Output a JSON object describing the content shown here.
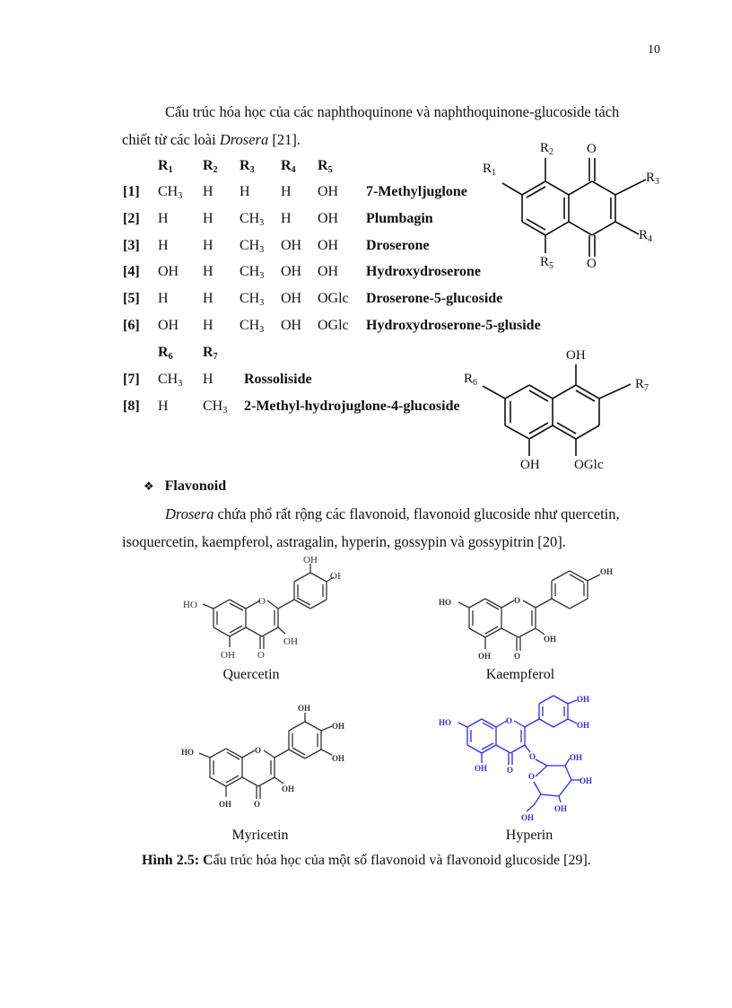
{
  "page": {
    "number": "10"
  },
  "intro": {
    "line1": "Cấu trúc hóa học của các naphthoquinone và naphthoquinone-glucoside tách",
    "line2_prefix": "chiết từ các loài ",
    "line2_italic": "Drosera",
    "line2_suffix": " [21]."
  },
  "naphthoquinone_table": {
    "headers": [
      "R1",
      "R2",
      "R3",
      "R4",
      "R5"
    ],
    "rows": [
      {
        "id": "[1]",
        "r1": "CH3",
        "r2": "H",
        "r3": "H",
        "r4": "H",
        "r5": "OH",
        "name": "7-Methyljuglone"
      },
      {
        "id": "[2]",
        "r1": "H",
        "r2": "H",
        "r3": "CH3",
        "r4": "H",
        "r5": "OH",
        "name": "Plumbagin"
      },
      {
        "id": "[3]",
        "r1": "H",
        "r2": "H",
        "r3": "CH3",
        "r4": "OH",
        "r5": "OH",
        "name": "Droserone"
      },
      {
        "id": "[4]",
        "r1": "OH",
        "r2": "H",
        "r3": "CH3",
        "r4": "OH",
        "r5": "OH",
        "name": "Hydroxydroserone"
      },
      {
        "id": "[5]",
        "r1": "H",
        "r2": "H",
        "r3": "CH3",
        "r4": "OH",
        "r5": "OGlc",
        "name": "Droserone-5-glucoside"
      },
      {
        "id": "[6]",
        "r1": "OH",
        "r2": "H",
        "r3": "CH3",
        "r4": "OH",
        "r5": "OGlc",
        "name": "Hydroxydroserone-5-gluside"
      }
    ]
  },
  "glucoside_table": {
    "headers": [
      "R6",
      "R7"
    ],
    "rows": [
      {
        "id": "[7]",
        "r6": "CH3",
        "r7": "H",
        "name": "Rossoliside"
      },
      {
        "id": "[8]",
        "r6": "H",
        "r7": "CH3",
        "name": "2-Methyl-hydrojuglone-4-glucoside"
      }
    ]
  },
  "structure1_labels": {
    "r1": "R1",
    "r2": "R2",
    "r3": "R3",
    "r4": "R4",
    "r5": "R5",
    "o_top": "O",
    "o_bottom": "O"
  },
  "structure2_labels": {
    "r6": "R6",
    "r7": "R7",
    "oh_top": "OH",
    "oh_bottom": "OH",
    "oglc": "OGlc"
  },
  "flavonoid_section": {
    "bullet": "❖",
    "heading": "Flavonoid",
    "para_italic": "Drosera",
    "para_line1": " chứa phổ rất rộng các flavonoid,  flavonoid glucoside như quercetin,",
    "para_line2": "isoquercetin, kaempferol, astragalin, hyperin, gossypin và gossypitrin [20]."
  },
  "molecules": [
    {
      "name": "Quercetin",
      "color": "#333333"
    },
    {
      "name": "Kaempferol",
      "color": "#333333"
    },
    {
      "name": "Myricetin",
      "color": "#333333"
    },
    {
      "name": "Hyperin",
      "color": "#1a1aff"
    }
  ],
  "figure_caption": {
    "label": "Hình 2.5:",
    "bold_letter": " C",
    "text": "ấu trúc hóa học của một số flavonoid và flavonoid glucoside [29]."
  }
}
